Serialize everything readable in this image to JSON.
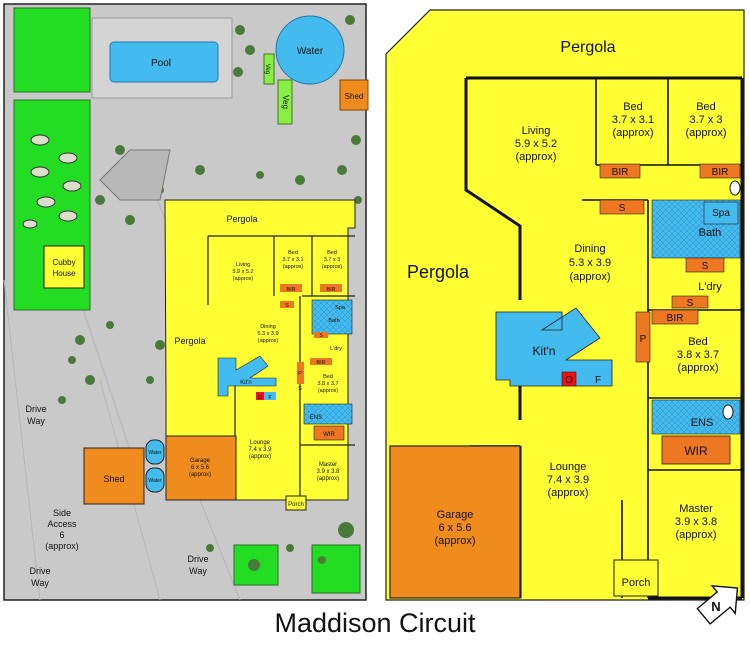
{
  "title": "Maddison Circuit",
  "colors": {
    "background": "#ffffff",
    "paving": "#c9c9c9",
    "lawn": "#22dd22",
    "house_fill": "#ffff33",
    "garage_fill": "#f08c1e",
    "water_blue": "#44bbee",
    "cabinet_orange": "#ee7722",
    "fridge_red": "#ee1111",
    "veg_green": "#88ee44",
    "wall": "#111111",
    "hedge": "#3a6a2a"
  },
  "site_plan": {
    "pool": "Pool",
    "water_tank": "Water",
    "veg_1": "Veg",
    "veg_2": "Veg",
    "shed_top": "Shed",
    "cubby_line1": "Cubby",
    "cubby_line2": "House",
    "drive_way_left_1": "Drive",
    "drive_way_left_2": "Way",
    "shed_bottom": "Shed",
    "water_small_1": "Water",
    "water_small_2": "Water",
    "side_access_1": "Side",
    "side_access_2": "Access",
    "side_access_3": "6",
    "side_access_4": "(approx)",
    "drive_way_bl_1": "Drive",
    "drive_way_bl_2": "Way",
    "drive_way_bc_1": "Drive",
    "drive_way_bc_2": "Way",
    "pergola_top": "Pergola",
    "pergola_left": "Pergola",
    "living": [
      "Living",
      "5.9 x 5.2",
      "(approx)"
    ],
    "bed_a": [
      "Bed",
      "3.7 x 3.1",
      "(approx)"
    ],
    "bed_b": [
      "Bed",
      "3.7 x 3",
      "(approx)"
    ],
    "bir_1": "BIR",
    "bir_2": "BIR",
    "s_1": "S",
    "s_2": "S",
    "spa": "Spa",
    "bath": "Bath",
    "ldry": "L'dry",
    "dining": [
      "Dining",
      "5.3 x 3.9",
      "(approx)"
    ],
    "kitn": "Kit'n",
    "bir_3": "BIR",
    "p": "P",
    "s_3": "S",
    "bed_c": [
      "Bed",
      "3.8 x 3.7",
      "(approx)"
    ],
    "o": "O",
    "f": "F",
    "ens": "ENS",
    "wir": "WIR",
    "garage": [
      "Garage",
      "6 x 5.6",
      "(approx)"
    ],
    "lounge": [
      "Lounge",
      "7.4 x 3.9",
      "(approx)"
    ],
    "master": [
      "Master",
      "3.9 x 3.8",
      "(approx)"
    ],
    "porch": "Porch"
  },
  "floor_plan": {
    "pergola_top": "Pergola",
    "pergola_left": "Pergola",
    "living": [
      "Living",
      "5.9 x 5.2",
      "(approx)"
    ],
    "bed_a": [
      "Bed",
      "3.7 x 3.1",
      "(approx)"
    ],
    "bed_b": [
      "Bed",
      "3.7 x 3",
      "(approx)"
    ],
    "bir_1": "BIR",
    "bir_2": "BIR",
    "s_1": "S",
    "spa": "Spa",
    "bath": "Bath",
    "s_2": "S",
    "ldry": "L'dry",
    "s_3": "S",
    "dining": [
      "Dining",
      "5.3 x 3.9",
      "(approx)"
    ],
    "bir_3": "BIR",
    "p": "P",
    "bed_c": [
      "Bed",
      "3.8 x 3.7",
      "(approx)"
    ],
    "kitn": "Kit'n",
    "o": "O",
    "f": "F",
    "ens": "ENS",
    "wir": "WIR",
    "garage": [
      "Garage",
      "6 x 5.6",
      "(approx)"
    ],
    "lounge": [
      "Lounge",
      "7.4 x 3.9",
      "(approx)"
    ],
    "master": [
      "Master",
      "3.9 x 3.8",
      "(approx)"
    ],
    "porch": "Porch"
  },
  "compass": "N"
}
